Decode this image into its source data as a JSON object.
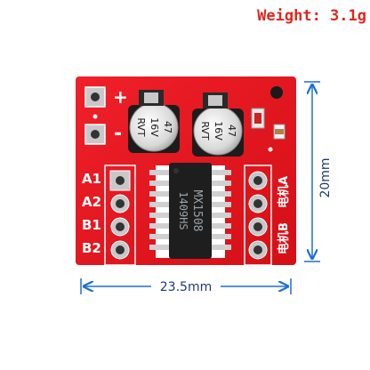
{
  "caption": {
    "weight": "Weight: 3.1g"
  },
  "dimensions": {
    "height_label": "20mm",
    "width_label": "23.5mm"
  },
  "board": {
    "chip_label_1": "MX1508",
    "chip_label_2": "1409HS",
    "capacitor_1": {
      "value": "47",
      "voltage": "16V",
      "series": "RVT"
    },
    "capacitor_2": {
      "value": "47",
      "voltage": "16V",
      "series": "RVT"
    },
    "power_plus": "+",
    "power_minus": "-",
    "inputs": [
      "A1",
      "A2",
      "B1",
      "B2"
    ],
    "motor_a": "电机A",
    "motor_b": "电机B"
  },
  "colors": {
    "pcb": "#e8131a",
    "silkscreen": "#ffffff",
    "pad": "#d7d7d7",
    "dimension_line": "#1f6fd1",
    "dimension_text": "#1f3a7a",
    "weight_text": "#e0261f"
  }
}
